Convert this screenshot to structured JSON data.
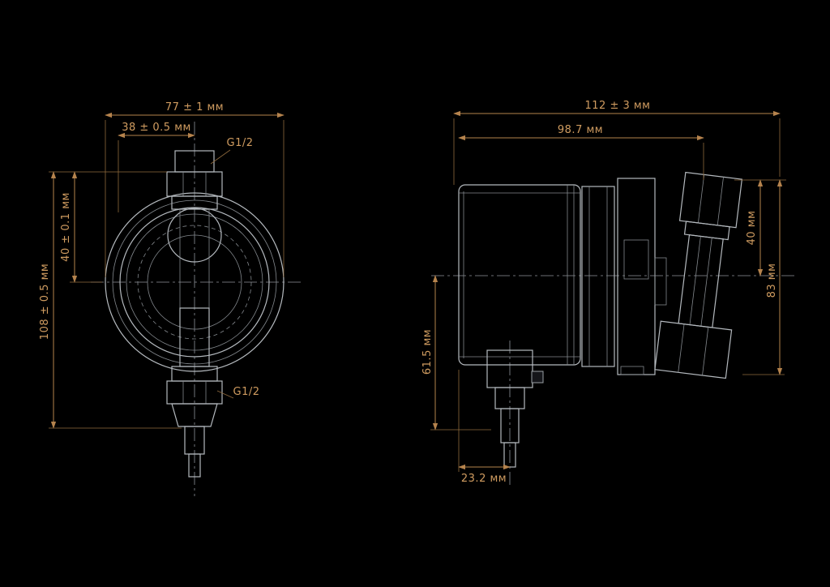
{
  "drawing": {
    "front_view": {
      "width_total": "77 ± 1 мм",
      "width_offset": "38 ± 0.5 мм",
      "thread_top": "G1/2",
      "thread_bottom": "G1/2",
      "height_center": "40 ± 0.1 мм",
      "height_total": "108 ± 0.5 мм"
    },
    "side_view": {
      "length_total": "112 ± 3 мм",
      "length_body": "98.7 мм",
      "height_upper": "40 мм",
      "height_total": "83 мм",
      "height_lower": "61.5 мм",
      "valve_offset": "23.2 мм"
    },
    "units": "мм",
    "colors": {
      "background": "#000000",
      "linework": "#b4b9be",
      "centerline": "#8e9399",
      "dimension_line": "#b5834d",
      "dimension_text": "#d09c60"
    }
  }
}
